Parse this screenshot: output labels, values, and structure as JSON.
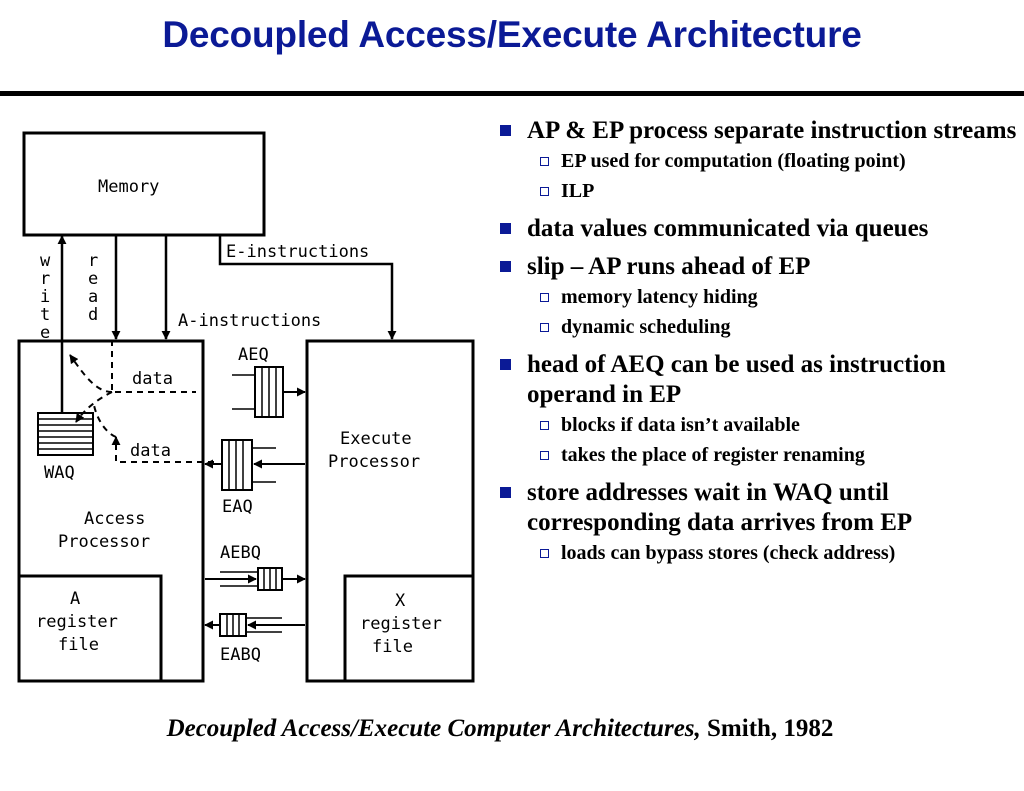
{
  "title": "Decoupled Access/Execute Architecture",
  "diagram": {
    "memory": "Memory",
    "write": [
      "w",
      "r",
      "i",
      "t",
      "e"
    ],
    "read": [
      "r",
      "e",
      "a",
      "d"
    ],
    "e_instructions": "E-instructions",
    "a_instructions": "A-instructions",
    "aeq": "AEQ",
    "eaq": "EAQ",
    "aebq": "AEBQ",
    "eabq": "EABQ",
    "data_top": "data",
    "data_bottom": "data",
    "waq": "WAQ",
    "access_processor": [
      "Access",
      "Processor"
    ],
    "execute_processor": [
      "Execute",
      "Processor"
    ],
    "a_register_file": [
      "A",
      "register",
      "file"
    ],
    "x_register_file": [
      "X",
      "register",
      "file"
    ]
  },
  "bullets": [
    {
      "text": "AP & EP process separate instruction streams",
      "sub": [
        "EP used for computation (floating point)",
        "ILP"
      ]
    },
    {
      "text": "data values communicated via queues",
      "sub": []
    },
    {
      "text": "slip – AP runs ahead of EP",
      "sub": [
        "memory latency hiding",
        "dynamic scheduling"
      ]
    },
    {
      "text": "head of AEQ can be used as instruction operand in EP",
      "sub": [
        "blocks if data isn’t available",
        "takes the place of register renaming"
      ]
    },
    {
      "text": "store addresses wait in WAQ until corresponding data arrives from EP",
      "sub": [
        "loads can bypass stores (check address)"
      ]
    }
  ],
  "caption": {
    "italic": "Decoupled Access/Execute Computer Architectures,",
    "plain": " Smith, 1982"
  },
  "colors": {
    "accent": "#0b1a96",
    "text": "#000000"
  }
}
